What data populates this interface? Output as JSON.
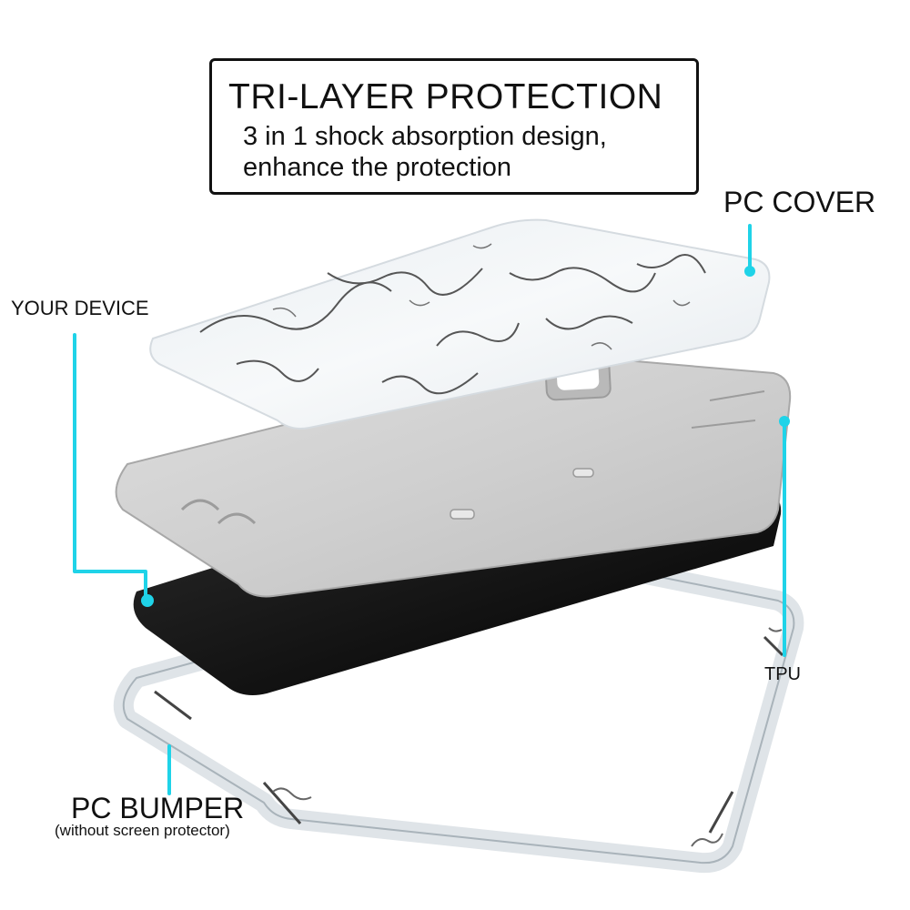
{
  "header": {
    "title": "TRI-LAYER PROTECTION",
    "subtitle_line1": "3 in 1 shock absorption design,",
    "subtitle_line2": "enhance the protection"
  },
  "callouts": {
    "pc_cover": "PC COVER",
    "your_device": "YOUR DEVICE",
    "tpu": "TPU",
    "pc_bumper": "PC BUMPER",
    "pc_bumper_note": "(without screen protector)"
  },
  "colors": {
    "accent_line": "#1fd3e8",
    "marble_base": "#f4f6f8",
    "marble_vein": "#3a3a3a",
    "tpu_gray": "#c9c9c9",
    "device_black": "#151515",
    "bumper_clear": "#eef3f6"
  }
}
